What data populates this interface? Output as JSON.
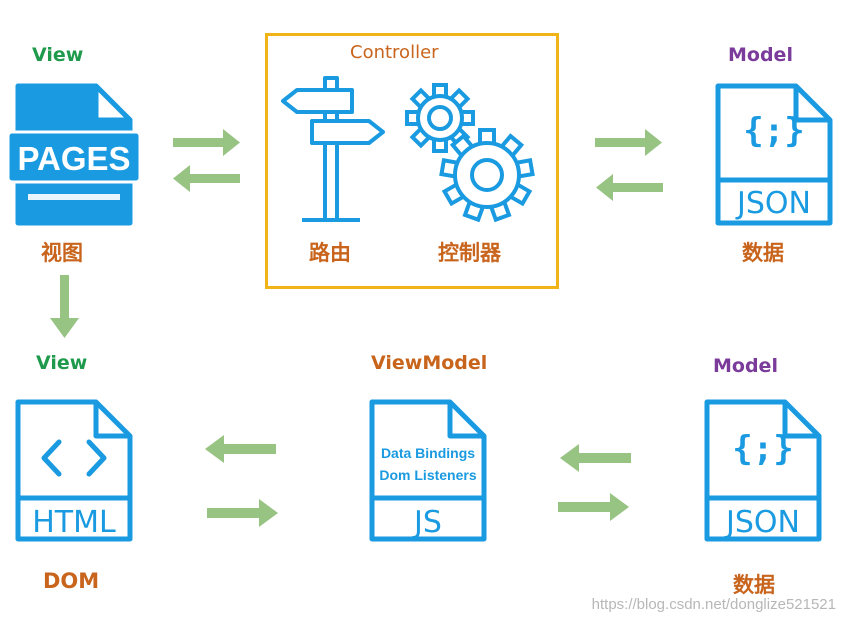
{
  "colors": {
    "icon_blue": "#1a9ae0",
    "arrow_green": "#97c383",
    "view_green": "#1f9a4c",
    "controller_orange": "#c8641c",
    "model_purple": "#7a3b9a",
    "box_yellow": "#f2b318"
  },
  "mvc": {
    "view_title": "View",
    "view_icon_text": "PAGES",
    "view_caption": "视图",
    "controller_title": "Controller",
    "router_caption": "路由",
    "controller_caption": "控制器",
    "model_title": "Model",
    "model_icon_text": "JSON",
    "model_caption": "数据"
  },
  "mvvm": {
    "view_title": "View",
    "view_icon_text": "HTML",
    "view_caption": "DOM",
    "viewmodel_title": "ViewModel",
    "viewmodel_line1": "Data Bindings",
    "viewmodel_line2": "Dom Listeners",
    "viewmodel_icon_text": "JS",
    "model_title": "Model",
    "model_icon_text": "JSON",
    "model_caption": "数据"
  },
  "watermark": "https://blog.csdn.net/donglize521521"
}
